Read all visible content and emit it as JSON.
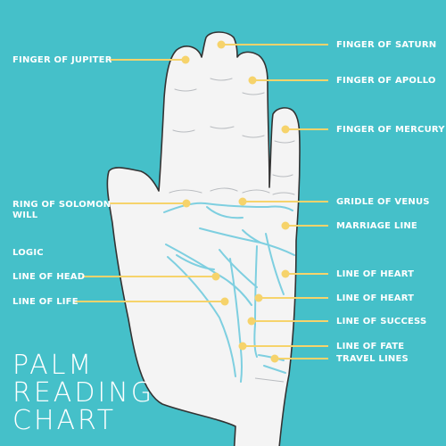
{
  "colors": {
    "background": "#45c0c9",
    "hand_fill": "#f4f4f4",
    "hand_outline": "#333333",
    "palm_lines": "#7ecfe0",
    "pointer": "#f6d36b",
    "text": "#ffffff"
  },
  "title": {
    "line1": "PALM",
    "line2": "READING",
    "line3": "CHART"
  },
  "labels": {
    "left": {
      "finger_of_jupiter": "FINGER OF JUPITER",
      "ring_of_solomon_line1": "RING OF SOLOMON",
      "ring_of_solomon_line2": "WILL",
      "logic": "LOGIC",
      "line_of_head": "LINE OF HEAD",
      "line_of_life": "LINE OF LIFE"
    },
    "right": {
      "finger_of_saturn": "FINGER OF SATURN",
      "finger_of_apollo": "FINGER OF APOLLO",
      "finger_of_mercury": "FINGER OF MERCURY",
      "gridle_of_venus": "GRIDLE OF VENUS",
      "marriage_line": "MARRIAGE LINE",
      "line_of_heart_1": "LINE OF HEART",
      "line_of_heart_2": "LINE OF HEART",
      "line_of_success": "LINE OF SUCCESS",
      "line_of_fate": "LINE OF FATE",
      "travel_lines": "TRAVEL LINES"
    }
  }
}
